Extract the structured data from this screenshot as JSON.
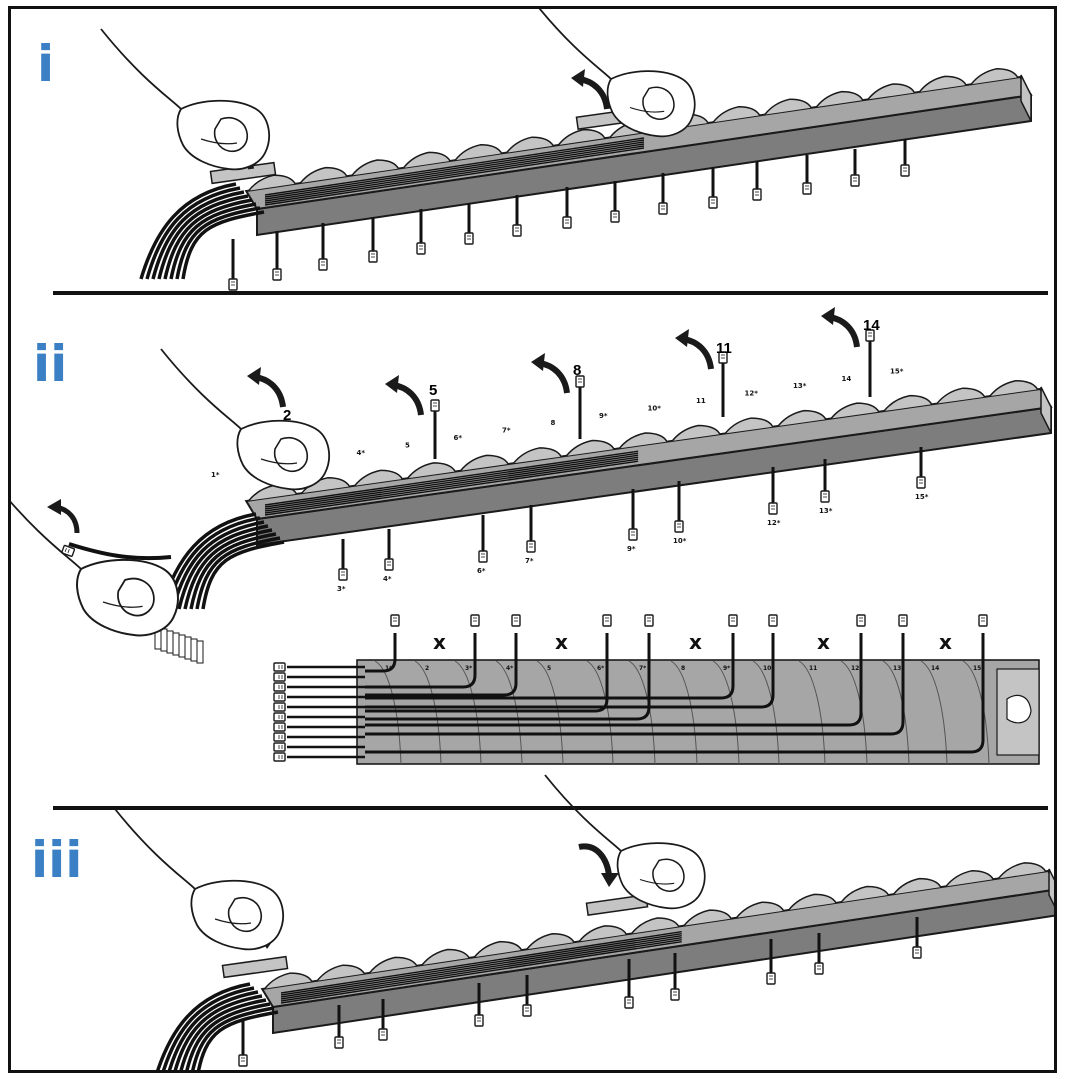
{
  "steps": [
    {
      "label": "i"
    },
    {
      "label": "ii"
    },
    {
      "label": "iii"
    }
  ],
  "cable_numbers": [
    "2",
    "5",
    "8",
    "11",
    "14"
  ],
  "tray_labels": [
    "1*",
    "2",
    "3*",
    "4*",
    "5",
    "6*",
    "7*",
    "8",
    "9*",
    "10*",
    "11",
    "12*",
    "13*",
    "14",
    "15*"
  ],
  "plug_labels": [
    "3*",
    "4*",
    "6*",
    "7*",
    "9*",
    "10*",
    "12*",
    "13*",
    "15*"
  ],
  "detail_labels": [
    "1*",
    "2",
    "3*",
    "4*",
    "5",
    "6*",
    "7*",
    "8",
    "9*",
    "10*",
    "11",
    "12*",
    "13*",
    "14",
    "15*"
  ],
  "removed_marker": "x",
  "icons": {
    "hand": "hand-illustration",
    "lift_arrow": "curved-arrow-up-icon",
    "press_arrow": "curved-arrow-down-icon",
    "plug": "rj-plug-icon"
  },
  "colors": {
    "step_label": "#3b7fc4",
    "tray": "#a6a6a6",
    "tray_dark": "#7d7d7d",
    "tray_light": "#c4c4c4",
    "outline": "#1a1a1a",
    "cable": "#111111"
  }
}
